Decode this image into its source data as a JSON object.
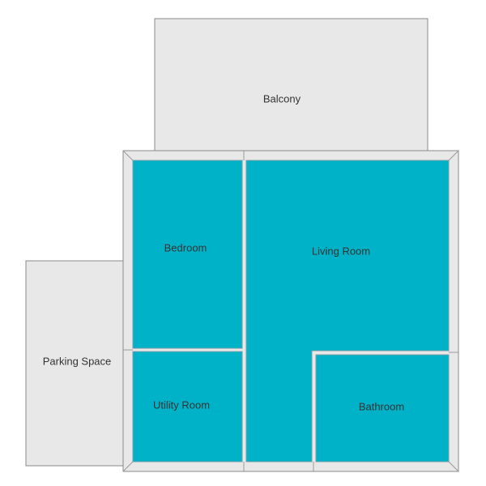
{
  "floor_plan": {
    "colors": {
      "room_fill": "#00B2C8",
      "wall_fill": "#E8E8E8",
      "outdoor_fill": "#E8E8E8",
      "wall_stroke": "#8A8A8A",
      "label_color": "#333333"
    },
    "rooms": {
      "balcony": "Balcony",
      "bedroom": "Bedroom",
      "living_room": "Living Room",
      "parking_space": "Parking Space",
      "utility_room": "Utility Room",
      "bathroom": "Bathroom"
    }
  }
}
